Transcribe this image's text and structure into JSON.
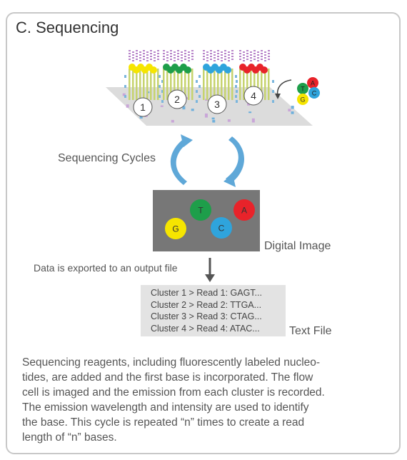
{
  "title": "C. Sequencing",
  "cycle_numbers": [
    "1",
    "2",
    "3",
    "4"
  ],
  "nucleotides": [
    {
      "letter": "T",
      "color": "#1e9e4a"
    },
    {
      "letter": "A",
      "color": "#e8232a"
    },
    {
      "letter": "C",
      "color": "#2fa4dc"
    },
    {
      "letter": "G",
      "color": "#f6e500"
    }
  ],
  "cycle_colors": [
    "#f6e500",
    "#1e9e4a",
    "#2fa4dc",
    "#e8232a"
  ],
  "sequencing_cycles_label": "Sequencing Cycles",
  "digital_image_label": "Digital Image",
  "export_label": "Data is exported to an output file",
  "text_file_label": "Text File",
  "reads": [
    "Cluster 1 > Read 1: GAGT...",
    "Cluster 2 > Read 2: TTGA...",
    "Cluster 3 > Read 3: CTAG...",
    "Cluster 4 > Read 4: ATAC..."
  ],
  "caption_lines": [
    "Sequencing reagents, including fluorescently labeled nucleo-",
    "tides, are added and the first base is incorporated. The flow",
    "cell is imaged and the emission from each cluster is recorded.",
    "The emission wavelength and intensity are used to identify",
    "the base. This cycle is repeated “n” times to create a read",
    "length of “n” bases."
  ]
}
